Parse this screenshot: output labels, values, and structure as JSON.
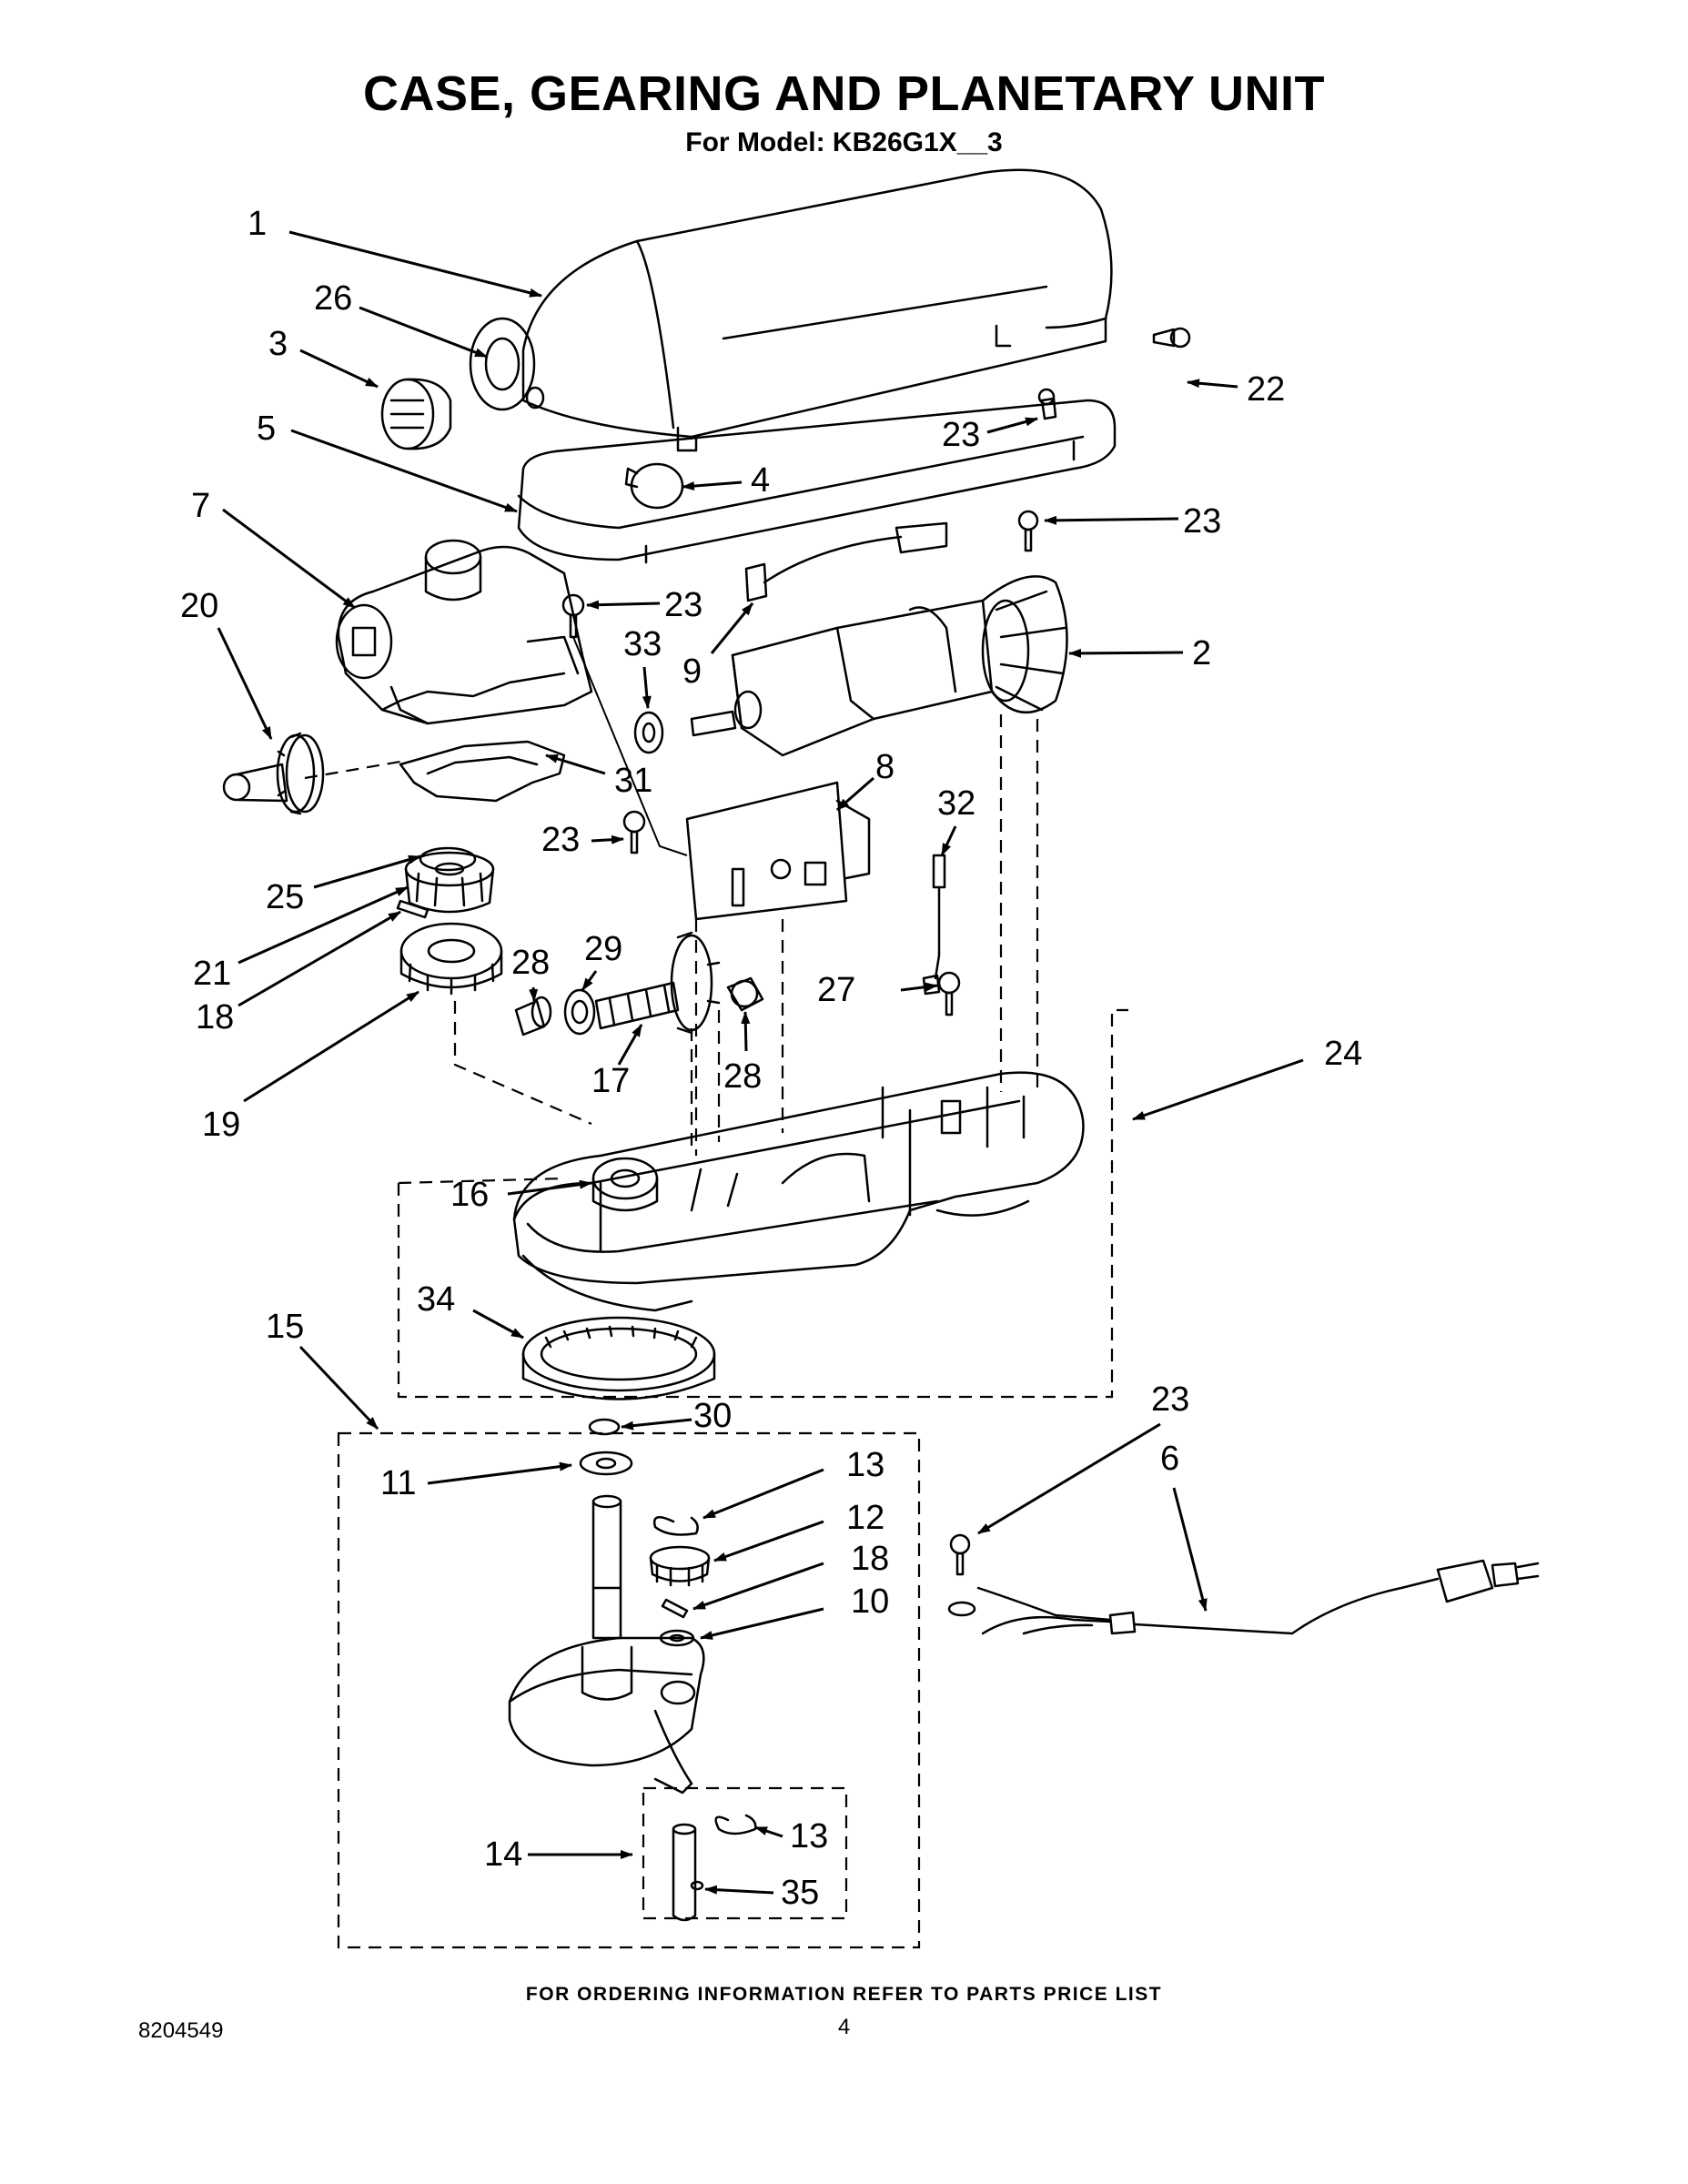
{
  "header": {
    "title": "CASE, GEARING AND PLANETARY UNIT",
    "subtitle": "For Model: KB26G1X__3"
  },
  "footer": {
    "ordering_note": "FOR ORDERING INFORMATION REFER TO PARTS PRICE LIST",
    "document_number": "8204549",
    "page_number": "4"
  },
  "callouts": [
    {
      "id": "c1",
      "label": "1"
    },
    {
      "id": "c26",
      "label": "26"
    },
    {
      "id": "c3",
      "label": "3"
    },
    {
      "id": "c5",
      "label": "5"
    },
    {
      "id": "c4",
      "label": "4"
    },
    {
      "id": "c22",
      "label": "22"
    },
    {
      "id": "c23a",
      "label": "23"
    },
    {
      "id": "c23b",
      "label": "23"
    },
    {
      "id": "c7",
      "label": "7"
    },
    {
      "id": "c23c",
      "label": "23"
    },
    {
      "id": "c20",
      "label": "20"
    },
    {
      "id": "c33",
      "label": "33"
    },
    {
      "id": "c9",
      "label": "9"
    },
    {
      "id": "c2",
      "label": "2"
    },
    {
      "id": "c31",
      "label": "31"
    },
    {
      "id": "c8",
      "label": "8"
    },
    {
      "id": "c32",
      "label": "32"
    },
    {
      "id": "c23d",
      "label": "23"
    },
    {
      "id": "c25",
      "label": "25"
    },
    {
      "id": "c21",
      "label": "21"
    },
    {
      "id": "c18a",
      "label": "18"
    },
    {
      "id": "c28a",
      "label": "28"
    },
    {
      "id": "c29",
      "label": "29"
    },
    {
      "id": "c27",
      "label": "27"
    },
    {
      "id": "c24",
      "label": "24"
    },
    {
      "id": "c17",
      "label": "17"
    },
    {
      "id": "c28b",
      "label": "28"
    },
    {
      "id": "c19",
      "label": "19"
    },
    {
      "id": "c16",
      "label": "16"
    },
    {
      "id": "c34",
      "label": "34"
    },
    {
      "id": "c15",
      "label": "15"
    },
    {
      "id": "c30",
      "label": "30"
    },
    {
      "id": "c23e",
      "label": "23"
    },
    {
      "id": "c6",
      "label": "6"
    },
    {
      "id": "c11",
      "label": "11"
    },
    {
      "id": "c13a",
      "label": "13"
    },
    {
      "id": "c12",
      "label": "12"
    },
    {
      "id": "c18b",
      "label": "18"
    },
    {
      "id": "c10",
      "label": "10"
    },
    {
      "id": "c13b",
      "label": "13"
    },
    {
      "id": "c14",
      "label": "14"
    },
    {
      "id": "c35",
      "label": "35"
    }
  ]
}
